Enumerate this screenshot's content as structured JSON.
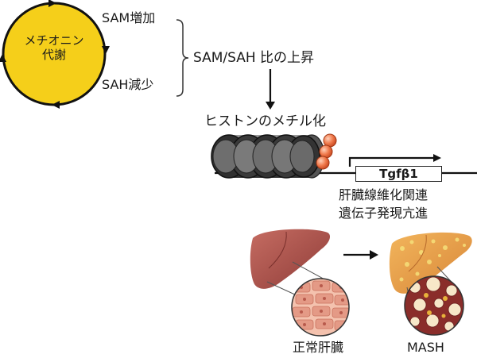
{
  "cycle": {
    "line1": "メチオニン",
    "line2": "代謝",
    "fill_color": "#f5cf1a"
  },
  "branch_top": "SAM増加",
  "branch_bottom": "SAH減少",
  "result": "SAM/SAH 比の上昇",
  "methylation": "ヒストンのメチル化",
  "gene": {
    "name": "Tgfβ1",
    "line1": "肝臓線維化関連",
    "line2": "遺伝子発現亢進"
  },
  "outcome": {
    "normal": "正常肝臓",
    "disease": "MASH"
  },
  "icons": [
    "cycle-arrow-icon",
    "nucleosome-icon",
    "methyl-group-icon",
    "transcription-arrow-icon",
    "liver-icon",
    "tissue-magnifier-icon"
  ]
}
